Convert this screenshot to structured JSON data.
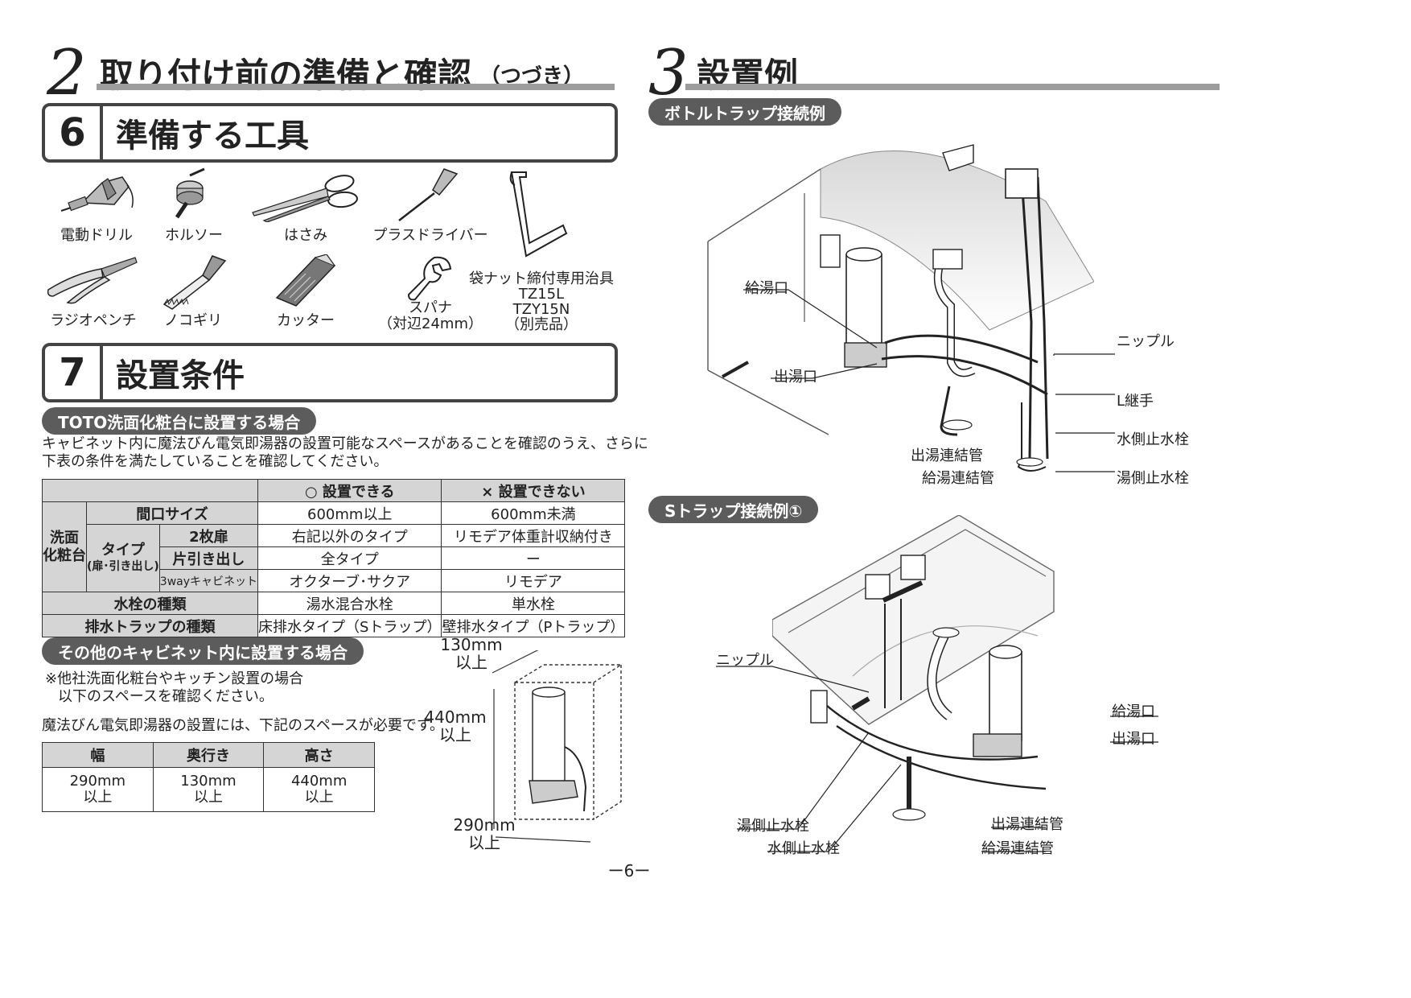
{
  "left": {
    "section": {
      "number": "2",
      "title": "取り付け前の準備と確認",
      "subtitle": "（つづき）"
    },
    "tools_heading": {
      "number": "6",
      "title": "準備する工具"
    },
    "tools": [
      {
        "label": "電動ドリル",
        "icon": "drill-icon"
      },
      {
        "label": "ホルソー",
        "icon": "hole-saw-icon"
      },
      {
        "label": "はさみ",
        "icon": "scissors-icon"
      },
      {
        "label": "プラスドライバー",
        "icon": "screwdriver-icon"
      },
      {
        "label": "袋ナット締付専用治具",
        "label2": "TZ15L",
        "label3": "TZY15N",
        "label4": "（別売品）",
        "icon": "nut-jig-icon"
      },
      {
        "label": "ラジオペンチ",
        "icon": "pliers-icon"
      },
      {
        "label": "ノコギリ",
        "icon": "saw-icon"
      },
      {
        "label": "カッター",
        "icon": "cutter-icon"
      },
      {
        "label": "スパナ",
        "label2": "（対辺24mm）",
        "icon": "wrench-icon"
      }
    ],
    "conditions_heading": {
      "number": "7",
      "title": "設置条件"
    },
    "toto_pill": "TOTO洗面化粧台に設置する場合",
    "toto_text_1": "キャビネット内に魔法びん電気即湯器の設置可能なスペースがあることを確認のうえ、さらに",
    "toto_text_2": "下表の条件を満たしていることを確認してください。",
    "table": {
      "col_ok": "○ 設置できる",
      "col_ng": "× 設置できない",
      "group_vanity_1": "洗面",
      "group_vanity_2": "化粧台",
      "row_frontage": "間口サイズ",
      "type_1": "タイプ",
      "type_2": "(扉･引き出し)",
      "row_2door": "2枚扉",
      "row_single_drawer": "片引き出し",
      "row_3way": "3wayキャビネット",
      "row_faucet": "水栓の種類",
      "row_trap": "排水トラップの種類",
      "frontage_ok": "600mm以上",
      "frontage_ng": "600mm未満",
      "door_ok": "右記以外のタイプ",
      "door_ng": "リモデア体重計収納付き",
      "drawer_ok": "全タイプ",
      "drawer_ng": "ー",
      "way3_ok": "オクターブ･サクア",
      "way3_ng": "リモデア",
      "faucet_ok": "湯水混合水栓",
      "faucet_ng": "単水栓",
      "trap_ok": "床排水タイプ（Sトラップ）",
      "trap_ng": "壁排水タイプ（Pトラップ）"
    },
    "other_pill": "その他のキャビネット内に設置する場合",
    "other_note_1": "※他社洗面化粧台やキッチン設置の場合",
    "other_note_2": "以下のスペースを確認ください。",
    "other_req": "魔法びん電気即湯器の設置には、下記のスペースが必要です。",
    "space_table": {
      "headers": [
        "幅",
        "奥行き",
        "高さ"
      ],
      "values": [
        "290mm",
        "130mm",
        "440mm"
      ],
      "suffix": "以上"
    },
    "dims": {
      "depth": "130mm",
      "height": "440mm",
      "width": "290mm",
      "suffix": "以上"
    }
  },
  "right": {
    "section": {
      "number": "3",
      "title": "設置例"
    },
    "bottle_pill": "ボトルトラップ接続例",
    "bottle_labels": {
      "hot_inlet": "給湯口",
      "hot_outlet": "出湯口",
      "nipple": "ニップル",
      "l_joint": "L継手",
      "water_stop": "水側止水栓",
      "outlet_pipe": "出湯連結管",
      "inlet_pipe": "給湯連結管",
      "hot_stop": "湯側止水栓"
    },
    "s_pill": "Sトラップ接続例①",
    "s_labels": {
      "nipple": "ニップル",
      "hot_inlet": "給湯口",
      "hot_outlet": "出湯口",
      "hot_stop": "湯側止水栓",
      "outlet_pipe": "出湯連結管",
      "water_stop": "水側止水栓",
      "inlet_pipe": "給湯連結管"
    }
  },
  "page_number": "ー6ー"
}
